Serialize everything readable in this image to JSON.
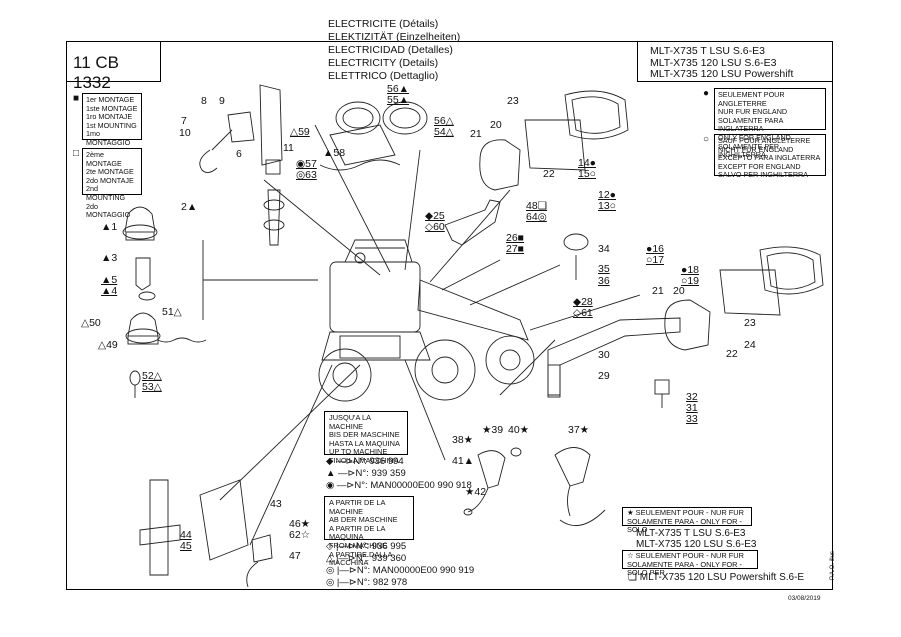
{
  "reference": "11 CB 1332",
  "titles": [
    "ELECTRICITE (Détails)",
    "ELEKTIZITÄT (Einzelheiten)",
    "ELECTRICIDAD (Detalles)",
    "ELECTRICITY (Details)",
    "ELETTRICO (Dettaglio)"
  ],
  "models": [
    "MLT-X735 T LSU S.6-E3",
    "MLT-X735 120 LSU S.6-E3",
    "MLT-X735 120 LSU Powershift"
  ],
  "legend_first": [
    "1er MONTAGE",
    "1ste MONTAGE",
    "1ro MONTAJE",
    "1st MOUNTING",
    "1mo MONTAGGIO"
  ],
  "legend_second": [
    "2ème MONTAGE",
    "2te MONTAGE",
    "2do MONTAJE",
    "2nd MOUNTING",
    "2do MONTAGGIO"
  ],
  "only_england": [
    "SEULEMENT POUR ANGLETERRE",
    "NUR FUR ENGLAND",
    "SOLAMENTE PARA INGLATERRA",
    "ONLY FOR ENGLAND",
    "SOLAMENTE PER INGHILTERRA"
  ],
  "except_england": [
    "SAUF POUR ANGLETERRE",
    "NICHT FUR ENGLAND",
    "EXCEPTO PARA INGLATERRA",
    "EXCEPT FOR ENGLAND",
    "SALVO PER INGHILTERRA"
  ],
  "up_to_machine": [
    "JUSQU'A LA MACHINE",
    "BIS DER MASCHINE",
    "HASTA LA MAQUINA",
    "UP TO MACHINE",
    "FINO LA MACCHINA"
  ],
  "up_to_serials": [
    "◆ —⊳N°: 936 994",
    "▲ —⊳N°: 939 359",
    "◉ —⊳N°: MAN00000E00 990 918"
  ],
  "from_machine": [
    "A PARTIR DE LA MACHINE",
    "AB DER MASCHINE",
    "A PARTIR DE LA MAQUINA",
    "FROM MACHINE",
    "A PARTIRE DALLA MACCHINA"
  ],
  "from_serials": [
    "◇ |—⊳N°: 936 995",
    "△ |—⊳N°: 939 360",
    "◎ |—⊳N°: MAN00000E00 990 919",
    "◎ |—⊳N°: 982 978"
  ],
  "solo_star": [
    "★ SEULEMENT POUR - NUR FUR",
    "SOLAMENTE PARA - ONLY FOR - SOLO",
    "MLT-X735 T LSU S.6-E3",
    "MLT-X735 120 LSU S.6-E3"
  ],
  "solo_star_open": [
    "☆ SEULEMENT POUR - NUR FUR",
    "SOLAMENTE PARA - ONLY FOR - SOLO PER"
  ],
  "powershift_line": "❏ MLT-X735 120 LSU Powershift S.6-E",
  "date": "03/08/2019",
  "vertical_tag": "P.A.O. illus",
  "callouts": [
    {
      "t": "8"
    },
    {
      "t": "9"
    },
    {
      "t": "7"
    },
    {
      "t": "10"
    },
    {
      "t": "6"
    },
    {
      "t": "11"
    },
    {
      "t": "56▲"
    },
    {
      "t": "55▲"
    },
    {
      "t": "△59"
    },
    {
      "t": "◉57"
    },
    {
      "t": "◎63"
    },
    {
      "t": "▲58"
    },
    {
      "t": "56△"
    },
    {
      "t": "54△"
    },
    {
      "t": "23"
    },
    {
      "t": "21"
    },
    {
      "t": "20"
    },
    {
      "t": "22"
    },
    {
      "t": "14●"
    },
    {
      "t": "15○"
    },
    {
      "t": "12●"
    },
    {
      "t": "13○"
    },
    {
      "t": "◆25"
    },
    {
      "t": "◇60"
    },
    {
      "t": "48❏"
    },
    {
      "t": "64◎"
    },
    {
      "t": "26■"
    },
    {
      "t": "27■"
    },
    {
      "t": "34"
    },
    {
      "t": "35"
    },
    {
      "t": "36"
    },
    {
      "t": "2▲"
    },
    {
      "t": "▲1"
    },
    {
      "t": "▲3"
    },
    {
      "t": "▲5"
    },
    {
      "t": "▲4"
    },
    {
      "t": "51△"
    },
    {
      "t": "△50"
    },
    {
      "t": "△49"
    },
    {
      "t": "52△"
    },
    {
      "t": "53△"
    },
    {
      "t": "●16"
    },
    {
      "t": "○17"
    },
    {
      "t": "●18"
    },
    {
      "t": "○19"
    },
    {
      "t": "21"
    },
    {
      "t": "20"
    },
    {
      "t": "23"
    },
    {
      "t": "24"
    },
    {
      "t": "22"
    },
    {
      "t": "◆28"
    },
    {
      "t": "◇61"
    },
    {
      "t": "30"
    },
    {
      "t": "29"
    },
    {
      "t": "32"
    },
    {
      "t": "31"
    },
    {
      "t": "33"
    },
    {
      "t": "38★"
    },
    {
      "t": "★39"
    },
    {
      "t": "40★"
    },
    {
      "t": "37★"
    },
    {
      "t": "41▲"
    },
    {
      "t": "★42"
    },
    {
      "t": "43"
    },
    {
      "t": "44"
    },
    {
      "t": "45"
    },
    {
      "t": "46★"
    },
    {
      "t": "62☆"
    },
    {
      "t": "47"
    }
  ]
}
